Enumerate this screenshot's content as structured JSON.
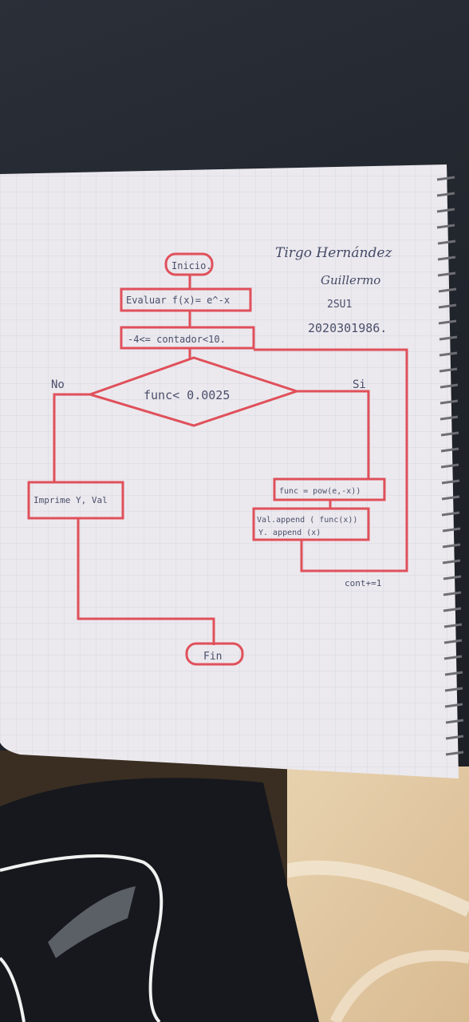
{
  "student": {
    "name": "Tirgo Hernández",
    "name2": "Guillermo",
    "group": "2SU1",
    "id": "2020301986."
  },
  "flow": {
    "start": "Inicio.",
    "evaluate": "Evaluar f(x)= e^-x",
    "loop": "-4<= contador<10.",
    "condition": "func< 0.0025",
    "no_label": "No",
    "yes_label": "Si",
    "print": "Imprime Y, Val",
    "assign": "func = pow(e,-x))",
    "append1": "Val.append ( func(x))",
    "append2": "Y. append (x)",
    "counter": "cont+=1",
    "end": "Fin"
  },
  "colors": {
    "paper": "#ebe9ee",
    "grid": "#c9c8d6",
    "ink_red": "#e0505a",
    "ink_text": "#4a4e6a"
  }
}
